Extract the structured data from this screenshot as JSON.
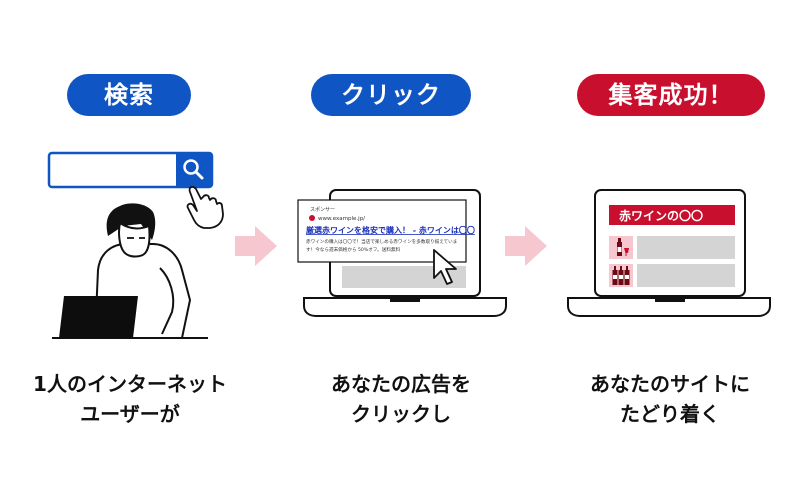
{
  "steps": [
    {
      "label": "検索",
      "color": "#1055c4",
      "caption_lines": [
        "1人のインターネット",
        "ユーザーが"
      ]
    },
    {
      "label": "クリック",
      "color": "#1055c4",
      "caption_lines": [
        "あなたの広告を",
        "クリックし"
      ]
    },
    {
      "label": "集客成功！",
      "color": "#c8102e",
      "caption_lines": [
        "あなたのサイトに",
        "たどり着く"
      ]
    }
  ],
  "search": {
    "icon": "search-icon"
  },
  "ad": {
    "sponsor": "スポンサー",
    "url": "www.example.jp/",
    "headline": "厳選赤ワインを格安で購入！ - 赤ワインは〇〇",
    "description_1": "赤ワインの購入は〇〇で！当店で楽しめる赤ワインを多数取り揃えていま",
    "description_2": "す！今なら週末価格から 50%オフ。送料無料"
  },
  "site": {
    "banner": "赤ワインの〇〇"
  },
  "colors": {
    "arrow": "#f7c7d0",
    "blue": "#1055c4",
    "red": "#c8102e",
    "gray": "#d4d4d4"
  }
}
